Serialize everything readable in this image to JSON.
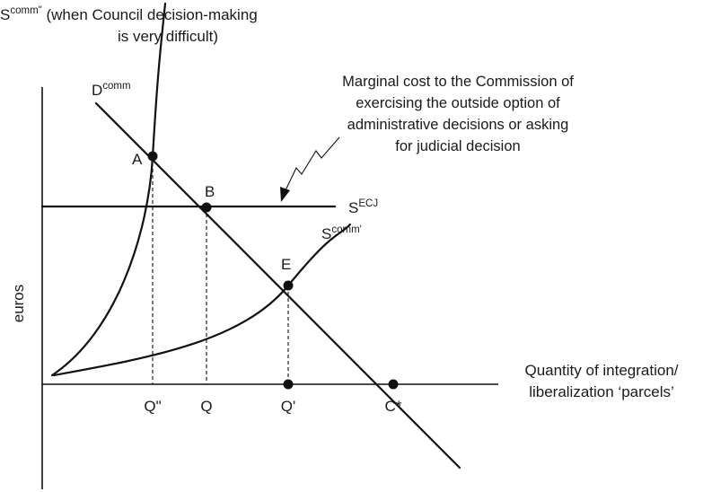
{
  "axes": {
    "y_label": "euros",
    "x_label_line1": "Quantity of integration/",
    "x_label_line2": "liberalization ‘parcels’"
  },
  "curves": {
    "s_comm_dd": {
      "base": "S",
      "sup": "comm\"",
      "note_line1": "(when Council decision-making",
      "note_line2": "is very difficult)"
    },
    "d_comm": {
      "base": "D",
      "sup": "comm"
    },
    "s_ecj": {
      "base": "S",
      "sup": "ECJ"
    },
    "s_comm_d": {
      "base": "S",
      "sup": "comm'"
    }
  },
  "points": {
    "A": "A",
    "B": "B",
    "E": "E"
  },
  "x_ticks": {
    "q_dd": "Q\"",
    "q": "Q",
    "q_d": "Q'",
    "c_star": "C*"
  },
  "annotation": {
    "line1": "Marginal cost to the Commission of",
    "line2": "exercising the outside option of",
    "line3": "administrative decisions or asking",
    "line4": "for judicial decision"
  },
  "colors": {
    "ink": "#111111",
    "background": "#ffffff"
  }
}
